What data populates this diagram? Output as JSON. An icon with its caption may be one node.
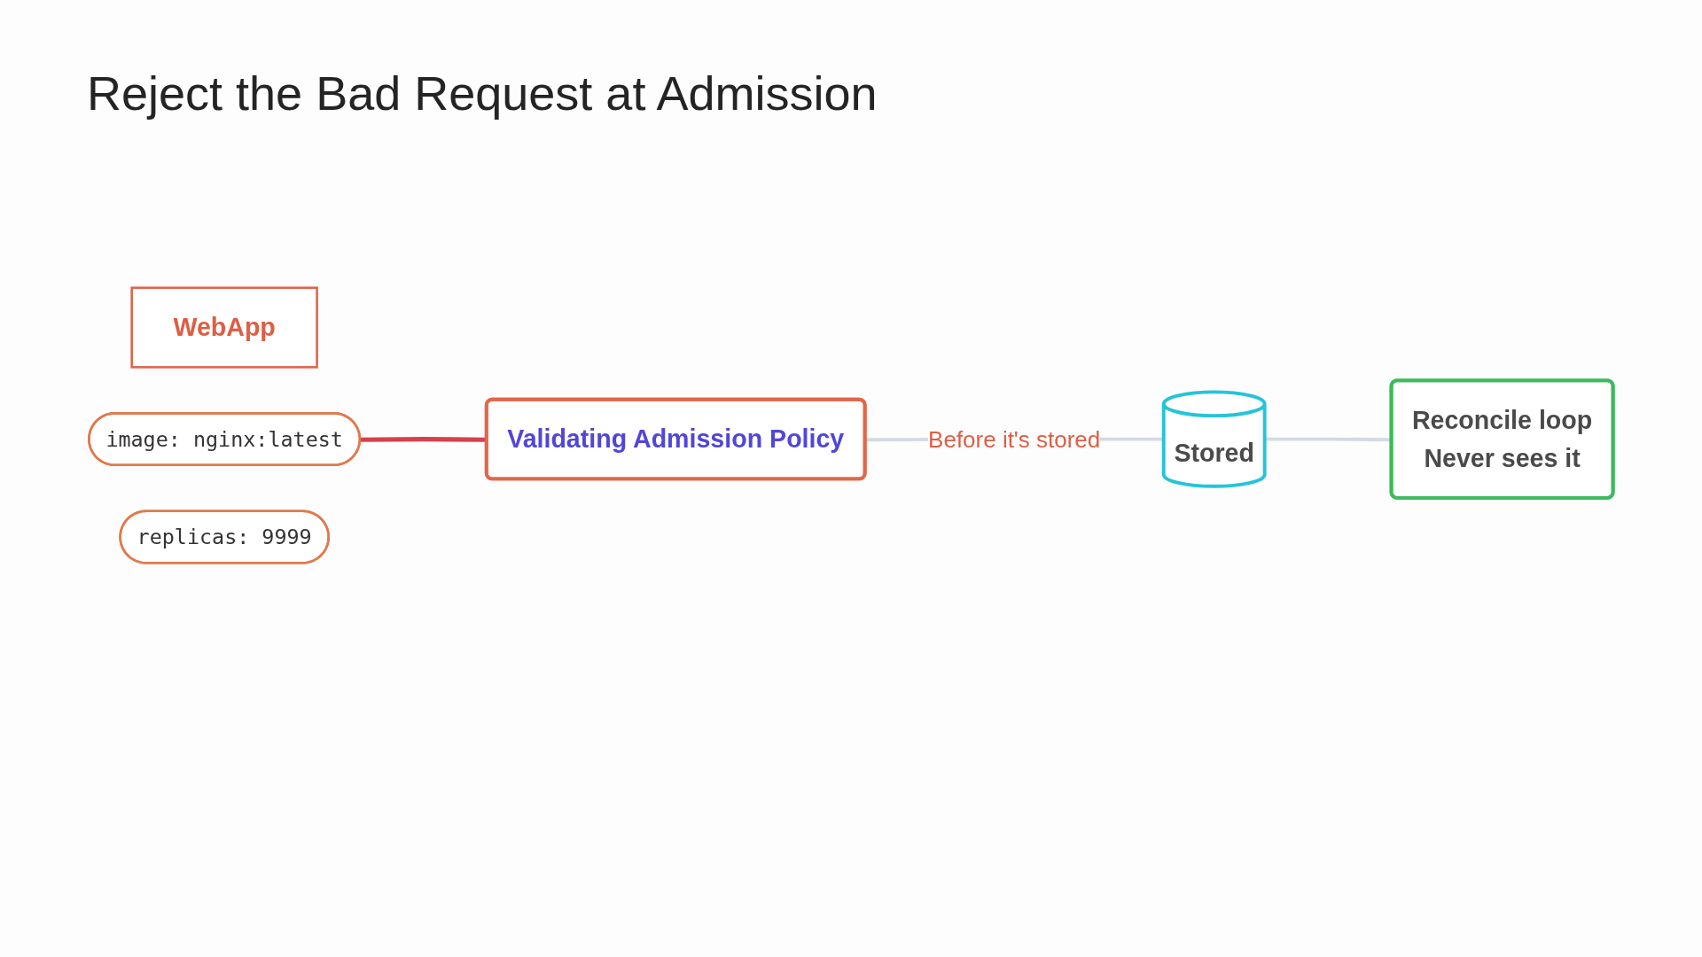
{
  "diagram": {
    "title": "Reject the Bad Request at Admission",
    "nodes": [
      {
        "text": [
          "WebApp"
        ]
      },
      {
        "text": [
          "image: nginx:latest"
        ]
      },
      {
        "text": [
          "replicas: 9999"
        ]
      },
      {
        "text": [
          "Validating Admission Policy"
        ]
      },
      {
        "text": [
          "Stored"
        ]
      },
      {
        "text": [
          "Reconcile loop",
          "Never sees it"
        ]
      }
    ],
    "edges": [
      {
        "from": 1,
        "to": 3,
        "arrow": "none",
        "color": "#d6404e"
      },
      {
        "from": 3,
        "to": 4,
        "arrow": "none",
        "label": "Before it's stored"
      },
      {
        "from": 4,
        "to": 5,
        "arrow": "none"
      }
    ]
  }
}
